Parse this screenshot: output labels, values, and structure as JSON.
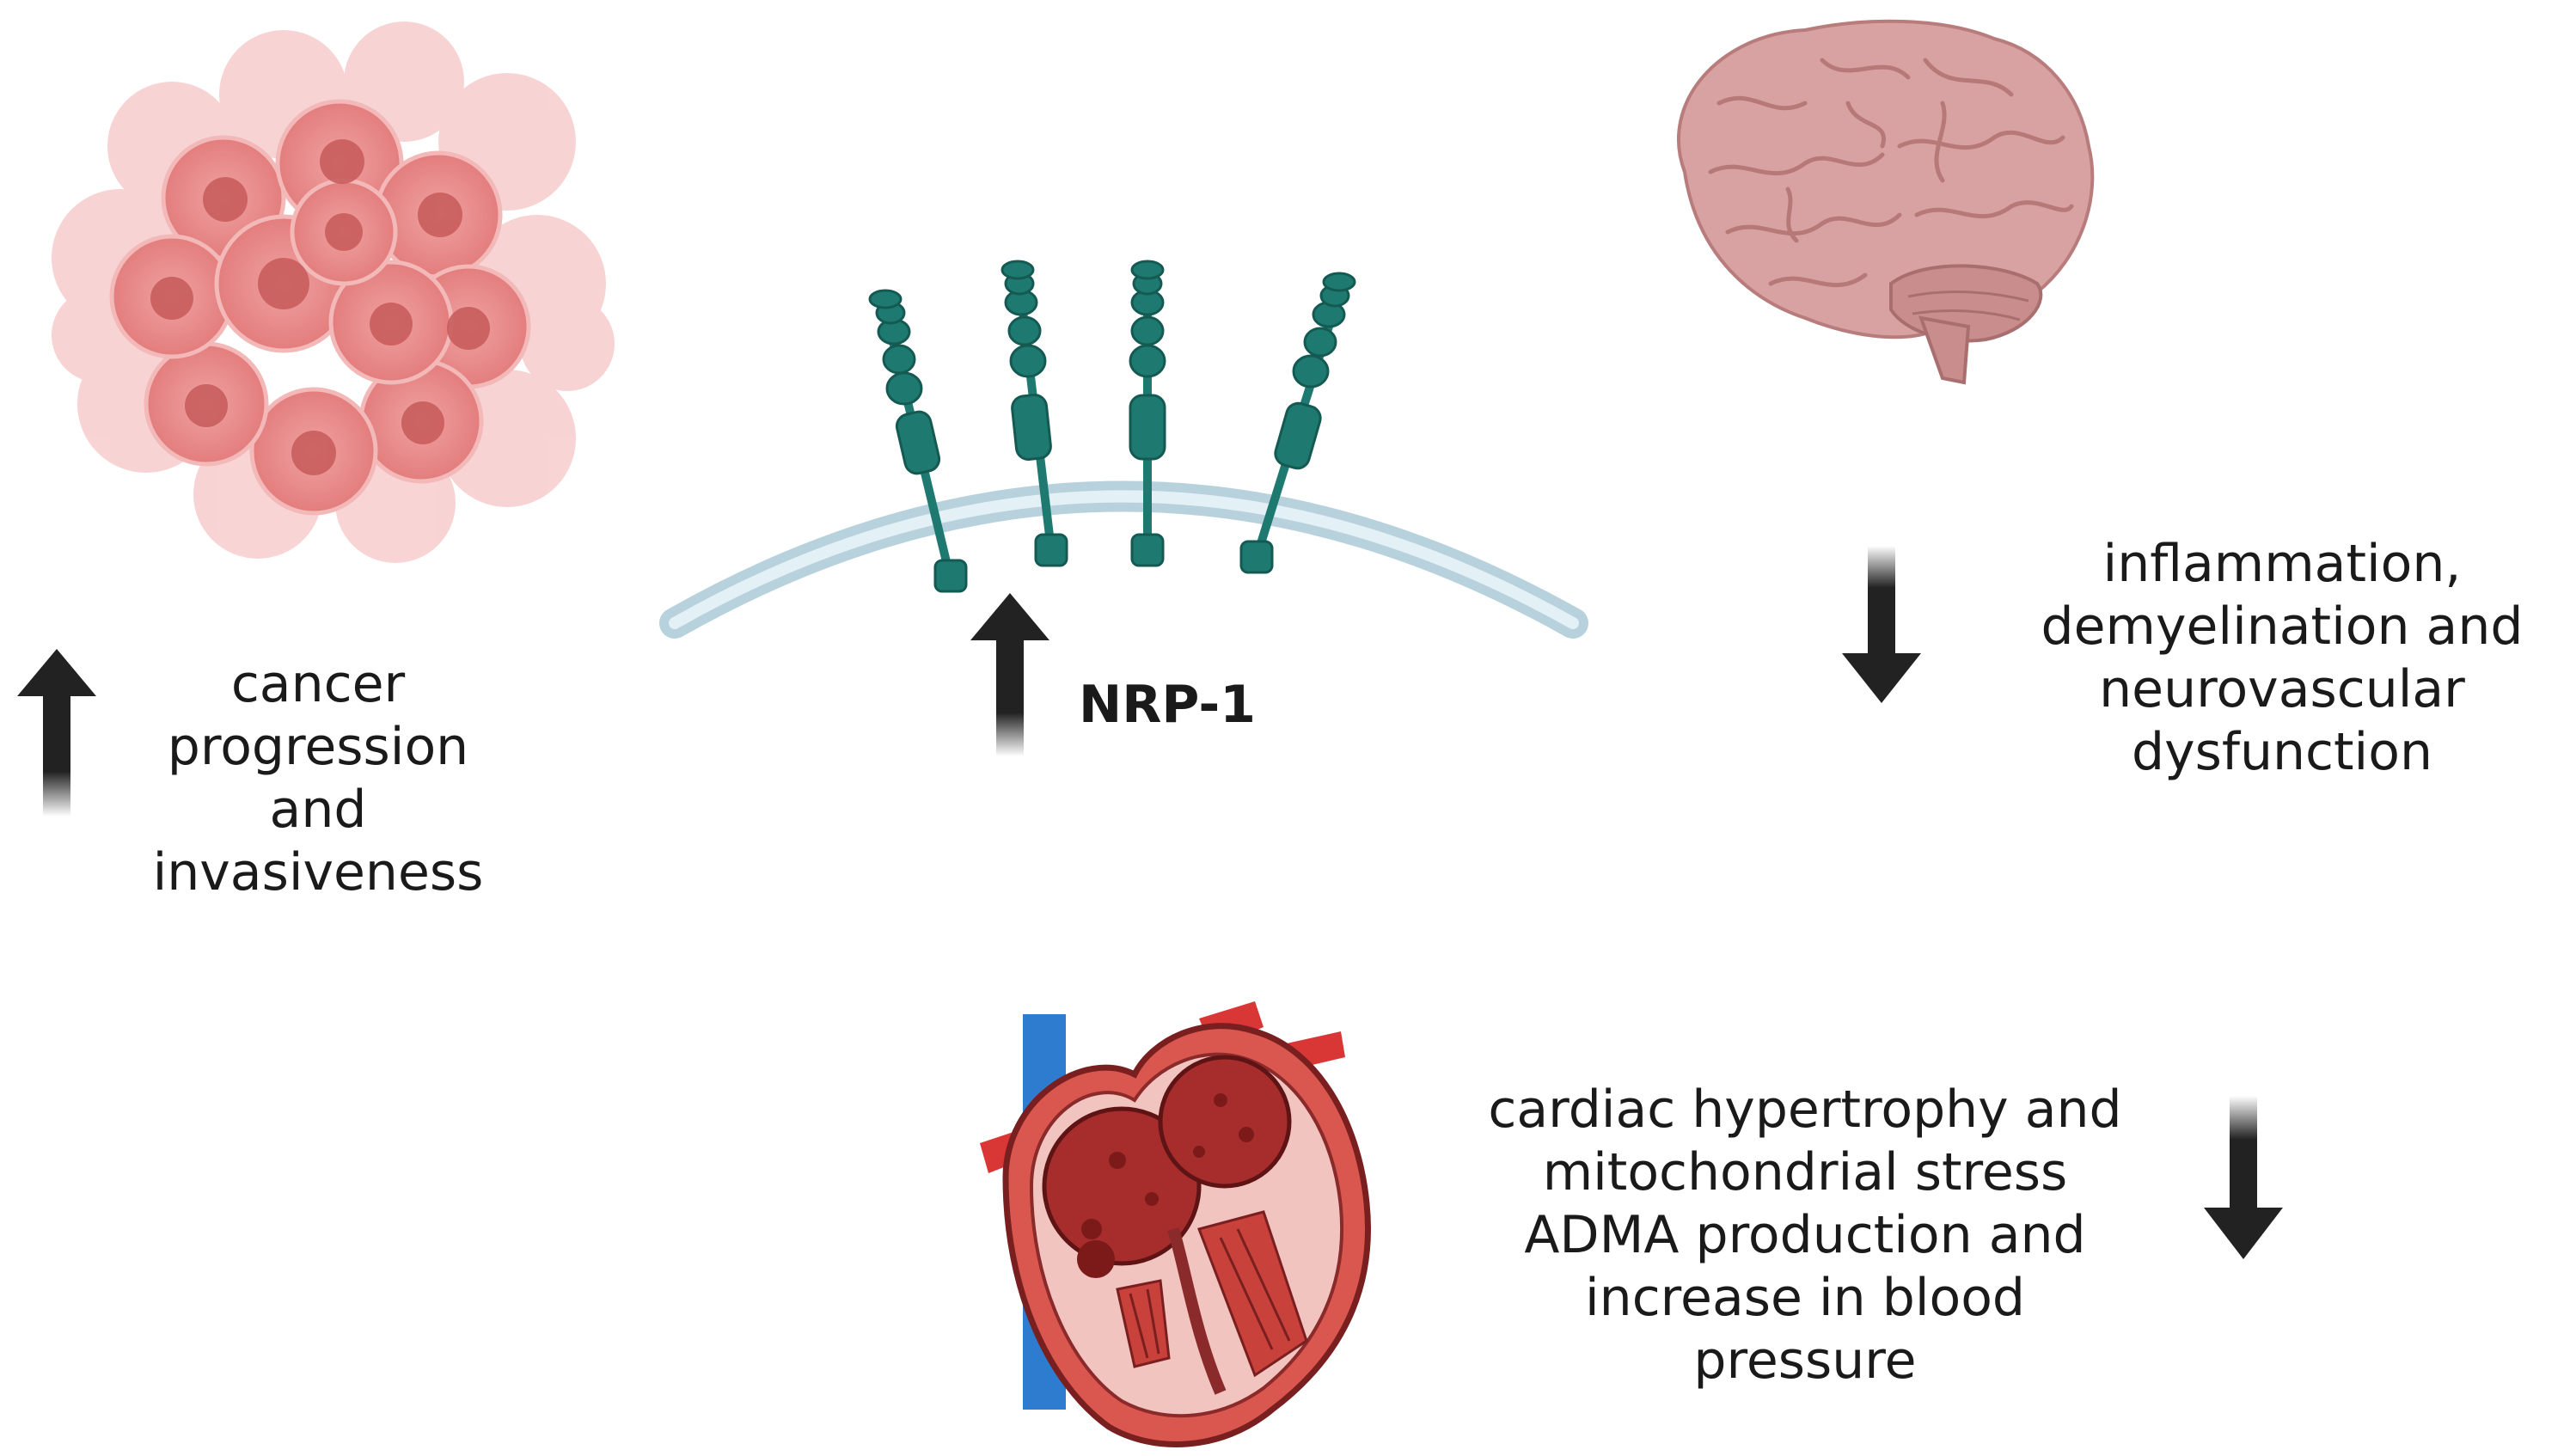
{
  "center": {
    "label": "NRP-1",
    "direction": "up"
  },
  "effects": [
    {
      "organ": "tumor-cells",
      "direction": "up",
      "lines": [
        "cancer",
        "progression",
        "and",
        "invasiveness"
      ]
    },
    {
      "organ": "brain",
      "direction": "down",
      "lines": [
        "inflammation,",
        "demyelination and",
        "neurovascular",
        "dysfunction"
      ]
    },
    {
      "organ": "heart",
      "direction": "down",
      "lines": [
        "cardiac hypertrophy and",
        "mitochondrial stress",
        "ADMA production and",
        "increase in blood",
        "pressure"
      ]
    }
  ],
  "colors": {
    "receptor": "#1e7a70",
    "membrane": "#b7d2dc",
    "arrow": "#222222",
    "tumor": "#e98a8a",
    "brain": "#d49a9a",
    "heart": "#c94a45",
    "vein": "#2e7cd0"
  }
}
